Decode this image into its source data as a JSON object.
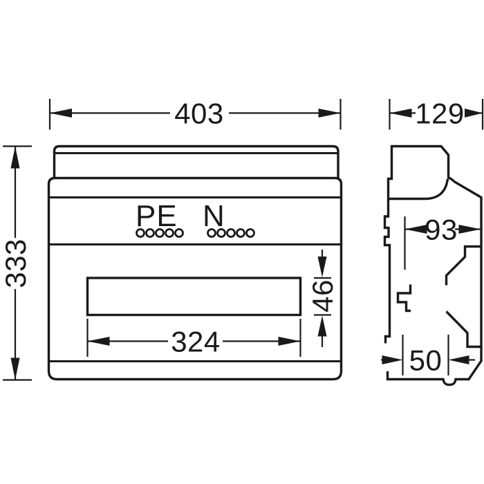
{
  "drawing": {
    "type": "technical-dimension-drawing",
    "front_view": {
      "overall_width_mm": "403",
      "overall_height_mm": "333",
      "slot_width_mm": "324",
      "slot_height_mm": "46",
      "terminal_label_pe": "PE",
      "terminal_label_n": "N",
      "terminal_holes_pe": 5,
      "terminal_holes_n": 5
    },
    "side_view": {
      "overall_depth_mm": "129",
      "body_depth_mm": "93",
      "base_depth_mm": "50"
    },
    "colors": {
      "ink": "#1a1a1a",
      "background": "#ffffff"
    }
  }
}
